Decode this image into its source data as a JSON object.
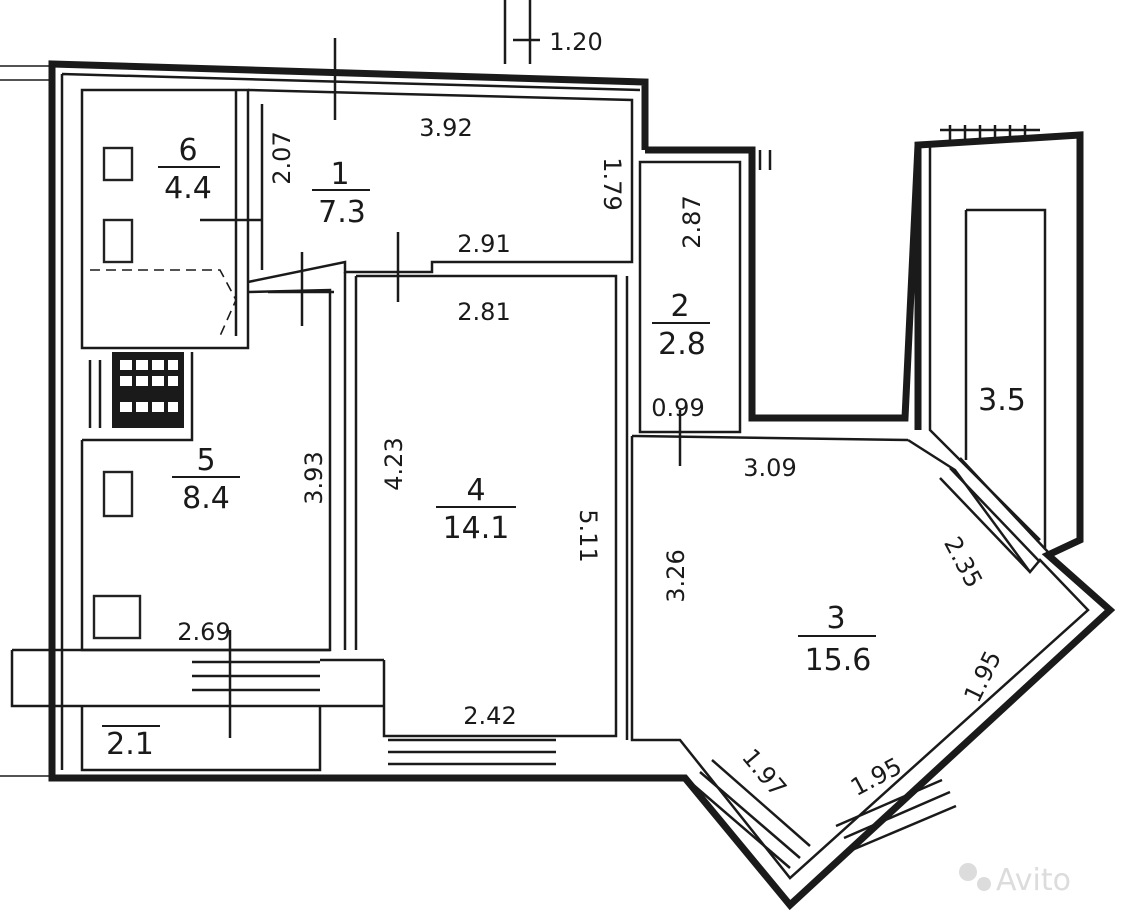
{
  "rooms": [
    {
      "number": "1",
      "area": "7.3"
    },
    {
      "number": "2",
      "area": "2.8"
    },
    {
      "number": "3",
      "area": "15.6"
    },
    {
      "number": "4",
      "area": "14.1"
    },
    {
      "number": "5",
      "area": "8.4"
    },
    {
      "number": "6",
      "area": "4.4"
    }
  ],
  "balcony_areas": [
    "3.5",
    "2.1"
  ],
  "dimensions": [
    "1.20",
    "3.92",
    "2.07",
    "1.79",
    "2.91",
    "2.81",
    "2.87",
    "0.99",
    "3.09",
    "3.93",
    "4.23",
    "5.11",
    "3.26",
    "2.35",
    "2.69",
    "2.42",
    "1.97",
    "1.95",
    "1.95"
  ],
  "watermark": "Avito",
  "colors": {
    "ink": "#1a1a1a",
    "paper": "#ffffff"
  }
}
